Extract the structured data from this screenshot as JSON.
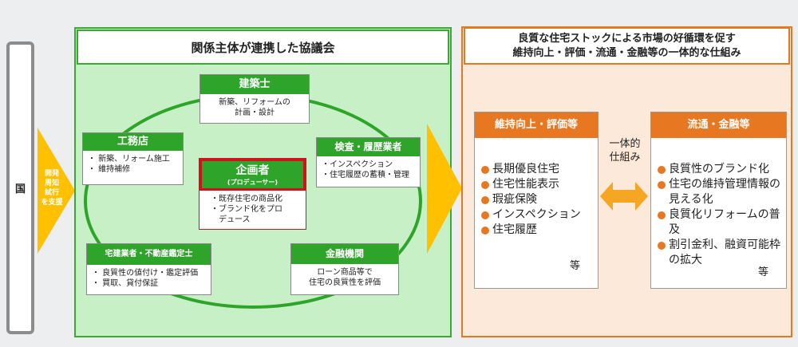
{
  "government": {
    "label": "国",
    "support_lines": [
      "開発",
      "周知",
      "試行",
      "を支援"
    ]
  },
  "council": {
    "title": "関係主体が連携した協議会",
    "architect": {
      "title": "建築士",
      "lines": [
        "新築、リフォームの",
        "計画・設計"
      ]
    },
    "builder": {
      "title": "工務店",
      "lines": [
        "・ 新築、リォーム施工",
        "・ 維持補修"
      ]
    },
    "producer": {
      "title": "企画者",
      "subtitle": "(プロデューサー)",
      "lines": [
        "・既存住宅の商品化",
        "・ブランド化をプロ",
        "　デュース"
      ]
    },
    "inspector": {
      "title": "検査・履歴業者",
      "lines": [
        "・インスペクション",
        "・住宅履歴の蓄積・管理"
      ]
    },
    "realtor": {
      "title": "宅建業者・不動産鑑定士",
      "lines": [
        "・ 良質性の値付け・鑑定評価",
        "・ 買取、貸付保証"
      ]
    },
    "finance": {
      "title": "金融機関",
      "lines": [
        "ローン商品等で",
        "住宅の良質性を評価"
      ]
    }
  },
  "market": {
    "title_lines": [
      "良質な住宅ストックによる市場の好循環を促す",
      "維持向上・評価・流通・金融等の一体的な仕組み"
    ],
    "maintenance": {
      "title": "維持向上・評価等",
      "items": [
        "長期優良住宅",
        "住宅性能表示",
        "瑕疵保険",
        "インスペクション",
        "住宅履歴"
      ],
      "etc": "等"
    },
    "unity_lines": [
      "一体的",
      "仕組み"
    ],
    "distribution": {
      "title": "流通・金融等",
      "items": [
        "良質性のブランド化",
        "住宅の維持管理情報の見える化",
        "良質化リフォームの普及",
        "割引金利、融資可能枠の拡大"
      ],
      "etc": "等"
    }
  },
  "colors": {
    "green": "#2ea52a",
    "orange": "#e87722",
    "yellow": "#ffc000",
    "producer_border": "#d0121b"
  }
}
